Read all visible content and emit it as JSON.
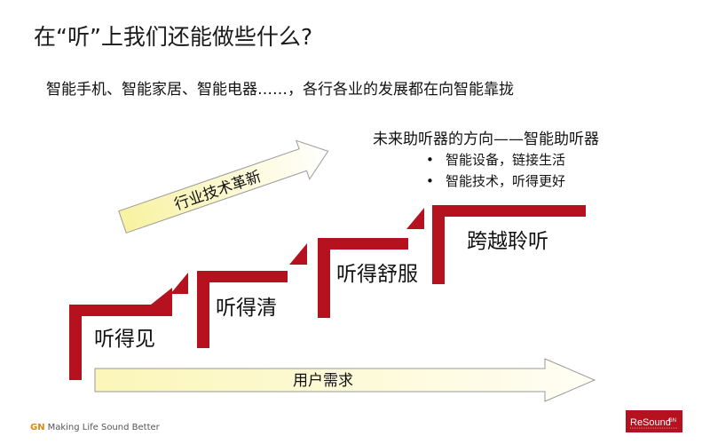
{
  "title": "在“听”上我们还能做些什么?",
  "subtitle": "智能手机、智能家居、智能电器……，各行各业的发展都在向智能靠拢",
  "future": {
    "heading": "未来助听器的方向——智能助听器",
    "bullets": [
      "智能设备，链接生活",
      "智能技术，听得更好"
    ]
  },
  "steps": [
    "听得见",
    "听得清",
    "听得舒服",
    "跨越聆听"
  ],
  "arrows": {
    "industry": "行业技术革新",
    "user": "用户需求"
  },
  "footer": {
    "brand_mark": "GN",
    "tagline": "Making Life Sound Better",
    "logo_text": "ReSound GN"
  },
  "colors": {
    "step_red": "#b5111f",
    "arrow_yellow_start": "#f8f2a0",
    "arrow_yellow_end": "#ffffff"
  }
}
